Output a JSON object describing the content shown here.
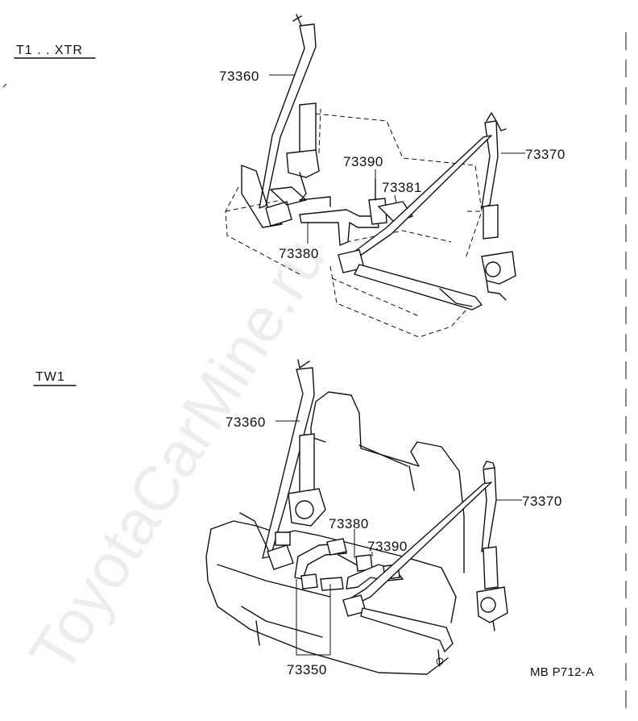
{
  "watermark": "ToyotaCarMine.ru",
  "sections": {
    "top": {
      "label": "T1 . . XTR"
    },
    "bottom": {
      "label": "TW1"
    }
  },
  "parts_top": {
    "outer_retractor": "73360",
    "inner_buckle": "73390",
    "buckle_bracket": "73381",
    "center_belt": "73380",
    "right_belt": "73370"
  },
  "parts_bottom": {
    "outer_retractor": "73360",
    "center_belt": "73380",
    "inner_buckle": "73390",
    "lap_belt": "73350",
    "right_belt": "73370"
  },
  "drawing_code": "MB P712-A"
}
